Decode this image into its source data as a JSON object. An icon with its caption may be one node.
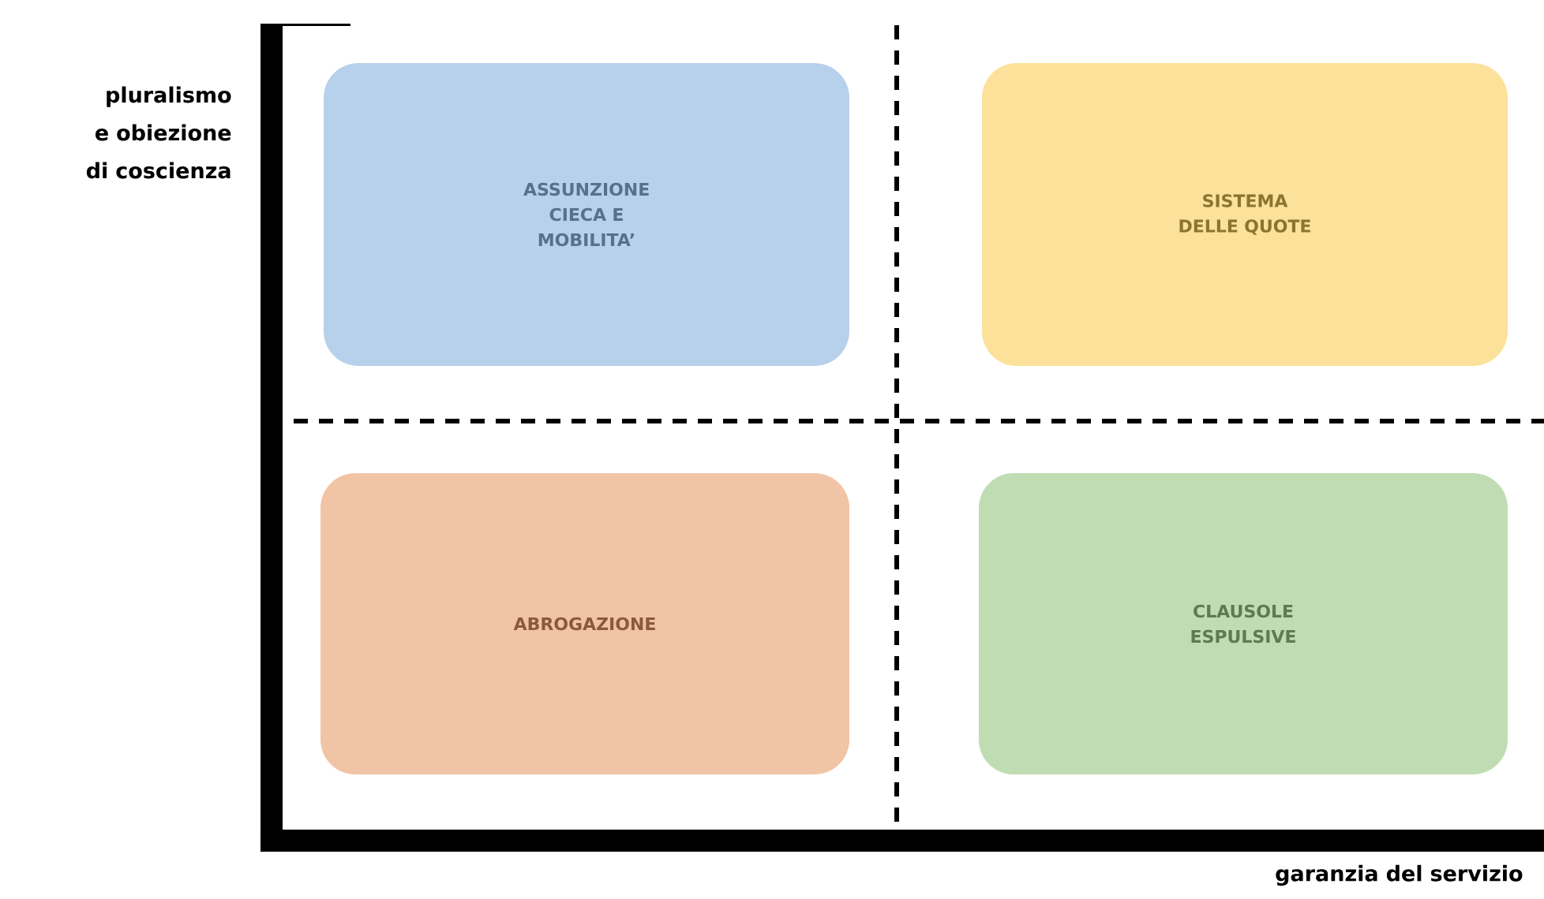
{
  "diagram": {
    "nodes": [
      {
        "text": [
          "ASSUNZIONE CIECA E MOBILITA’"
        ]
      },
      {
        "text": [
          "SISTEMA DELLE QUOTE"
        ]
      },
      {
        "text": [
          "ABROGAZIONE"
        ]
      },
      {
        "text": [
          "CLAUSOLE ESPULSIVE"
        ]
      }
    ],
    "labels": [
      "pluralismo e obiezione di coscienza",
      "garanzia del servizio"
    ]
  }
}
